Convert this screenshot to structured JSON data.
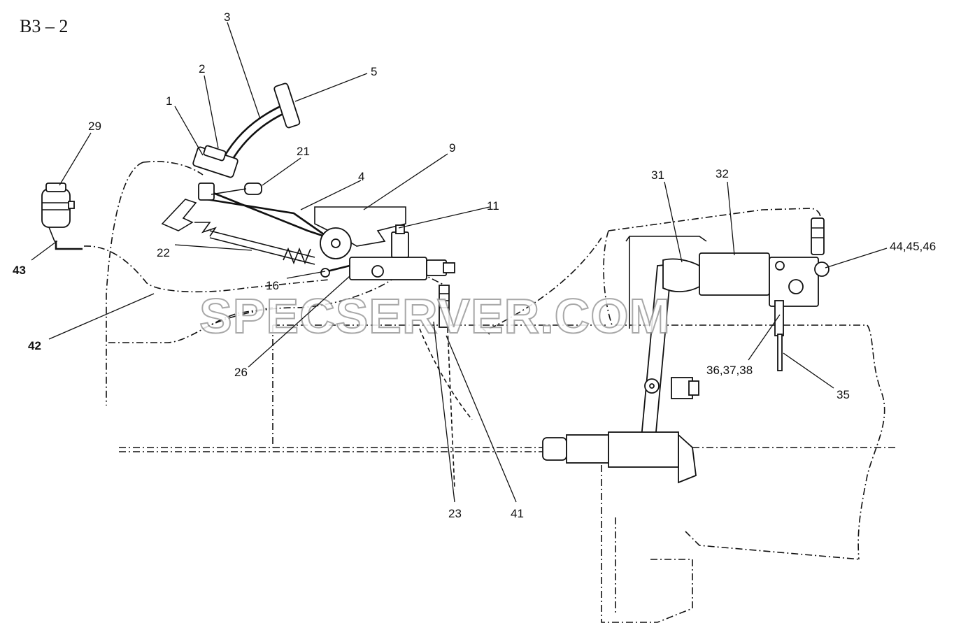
{
  "diagram": {
    "title": "B3 – 2",
    "watermark": "SPECSERVER.COM",
    "labels": {
      "l1": "1",
      "l2": "2",
      "l3": "3",
      "l4": "4",
      "l5": "5",
      "l9": "9",
      "l11": "11",
      "l16": "16",
      "l21": "21",
      "l22": "22",
      "l23": "23",
      "l26": "26",
      "l29": "29",
      "l31": "31",
      "l32": "32",
      "l35": "35",
      "l36_38": "36,37,38",
      "l41": "41",
      "l42": "42",
      "l43": "43",
      "l44_46": "44,45,46"
    }
  }
}
